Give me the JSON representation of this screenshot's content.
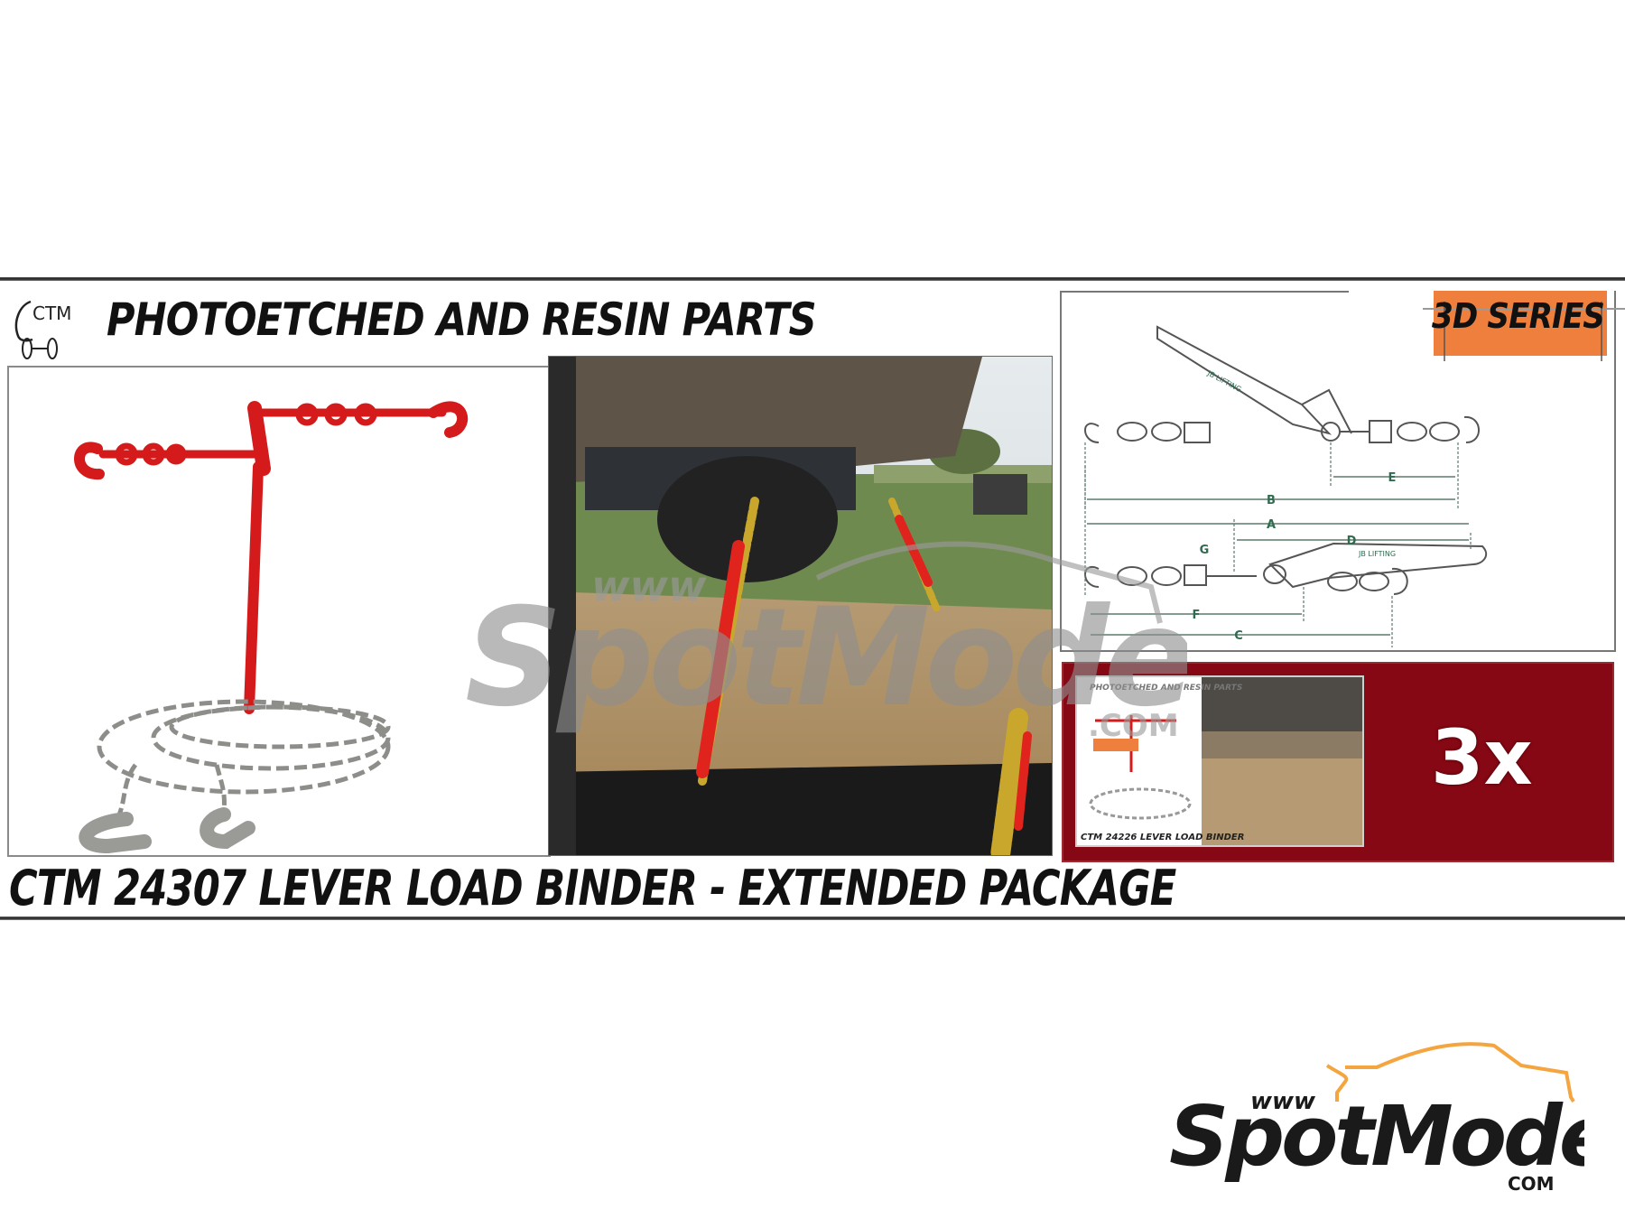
{
  "banner": {
    "brand_mark": "CTM",
    "header_title": "PHOTOETCHED AND RESIN PARTS",
    "series_badge": "3D SERIES",
    "footer_title": "CTM 24307  LEVER LOAD BINDER  -  EXTENDED PACKAGE",
    "colors": {
      "series_badge": "#ef7f3d",
      "package_box": "#860814",
      "binder_red": "#d41a1a",
      "diagram_green": "#2f6b4f"
    }
  },
  "product_panel": {
    "items": [
      "lever load binder (red)",
      "chain with grab hooks"
    ]
  },
  "photo_panel": {
    "subject": "load binders securing vehicle on trailer deck"
  },
  "diagram": {
    "binder_label": "JB LIFTING",
    "dimension_labels": [
      "A",
      "B",
      "C",
      "D",
      "E",
      "F",
      "G"
    ]
  },
  "package": {
    "thumbnail_header": "PHOTOETCHED AND RESIN PARTS",
    "thumbnail_caption": "CTM 24226  LEVER LOAD BINDER",
    "count_label": "3x"
  },
  "watermark": {
    "prefix": "www",
    "name": "SpotModel",
    "suffix": ".COM"
  },
  "brand_logo": {
    "prefix": "www",
    "name": "SpotModel",
    "suffix": "COM",
    "accent_color": "#f4a53f"
  }
}
